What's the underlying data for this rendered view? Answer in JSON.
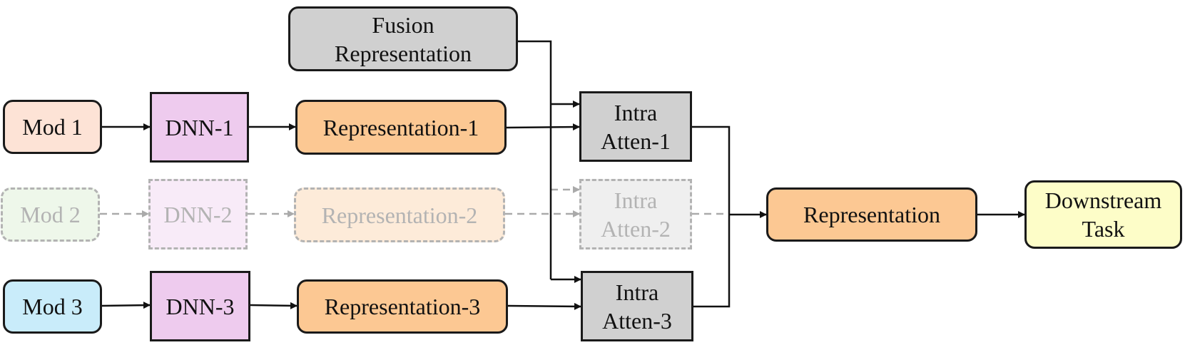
{
  "nodes": {
    "fusion": "Fusion\nRepresentation",
    "mod1": "Mod 1",
    "mod2": "Mod 2",
    "mod3": "Mod 3",
    "dnn1": "DNN-1",
    "dnn2": "DNN-2",
    "dnn3": "DNN-3",
    "rep1": "Representation-1",
    "rep2": "Representation-2",
    "rep3": "Representation-3",
    "att1": "Intra\nAtten-1",
    "att2": "Intra\nAtten-2",
    "att3": "Intra\nAtten-3",
    "rep": "Representation",
    "task": "Downstream\nTask"
  },
  "colors": {
    "mod1": "#fde3d6",
    "mod2": "#eef7ea",
    "mod3": "#c9ecfa",
    "dnn": "#eecbee",
    "dnn_faded": "#f8ebf8",
    "representation": "#fcc893",
    "representation_faded": "#fdebd9",
    "attention": "#d0d0d0",
    "attention_faded": "#efefef",
    "task": "#fdfdc8"
  }
}
